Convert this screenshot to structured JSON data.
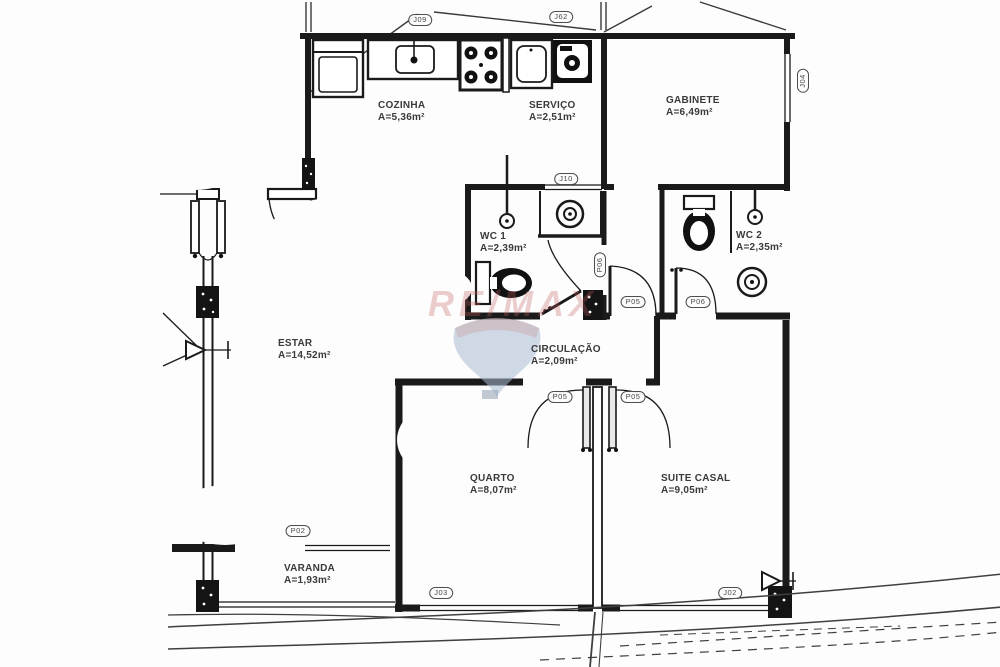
{
  "rooms": {
    "cozinha": {
      "name": "COZINHA",
      "area": "A=5,36m²"
    },
    "servico": {
      "name": "SERVIÇO",
      "area": "A=2,51m²"
    },
    "gabinete": {
      "name": "GABINETE",
      "area": "A=6,49m²"
    },
    "wc1": {
      "name": "WC 1",
      "area": "A=2,39m²"
    },
    "wc2": {
      "name": "WC 2",
      "area": "A=2,35m²"
    },
    "estar": {
      "name": "ESTAR",
      "area": "A=14,52m²"
    },
    "circulacao": {
      "name": "CIRCULAÇÃO",
      "area": "A=2,09m²"
    },
    "quarto": {
      "name": "QUARTO",
      "area": "A=8,07m²"
    },
    "suite": {
      "name": "SUITE CASAL",
      "area": "A=9,05m²"
    },
    "varanda": {
      "name": "VARANDA",
      "area": "A=1,93m²"
    }
  },
  "openings": {
    "j09": "J09",
    "j62": "J62",
    "j10": "J10",
    "j04": "J04",
    "p06_wc1": "P06",
    "p05_hall": "P05",
    "p06_wc2": "P06",
    "p05_quarto": "P05",
    "p05_suite": "P05",
    "p02": "P02",
    "j03": "J03",
    "j02": "J02"
  },
  "watermark": {
    "brand": "RE/MAX",
    "colors": {
      "brand_red": "#c25d5d",
      "balloon_blue": "#a9bcd4",
      "line_ink": "#1a1a1a"
    }
  }
}
